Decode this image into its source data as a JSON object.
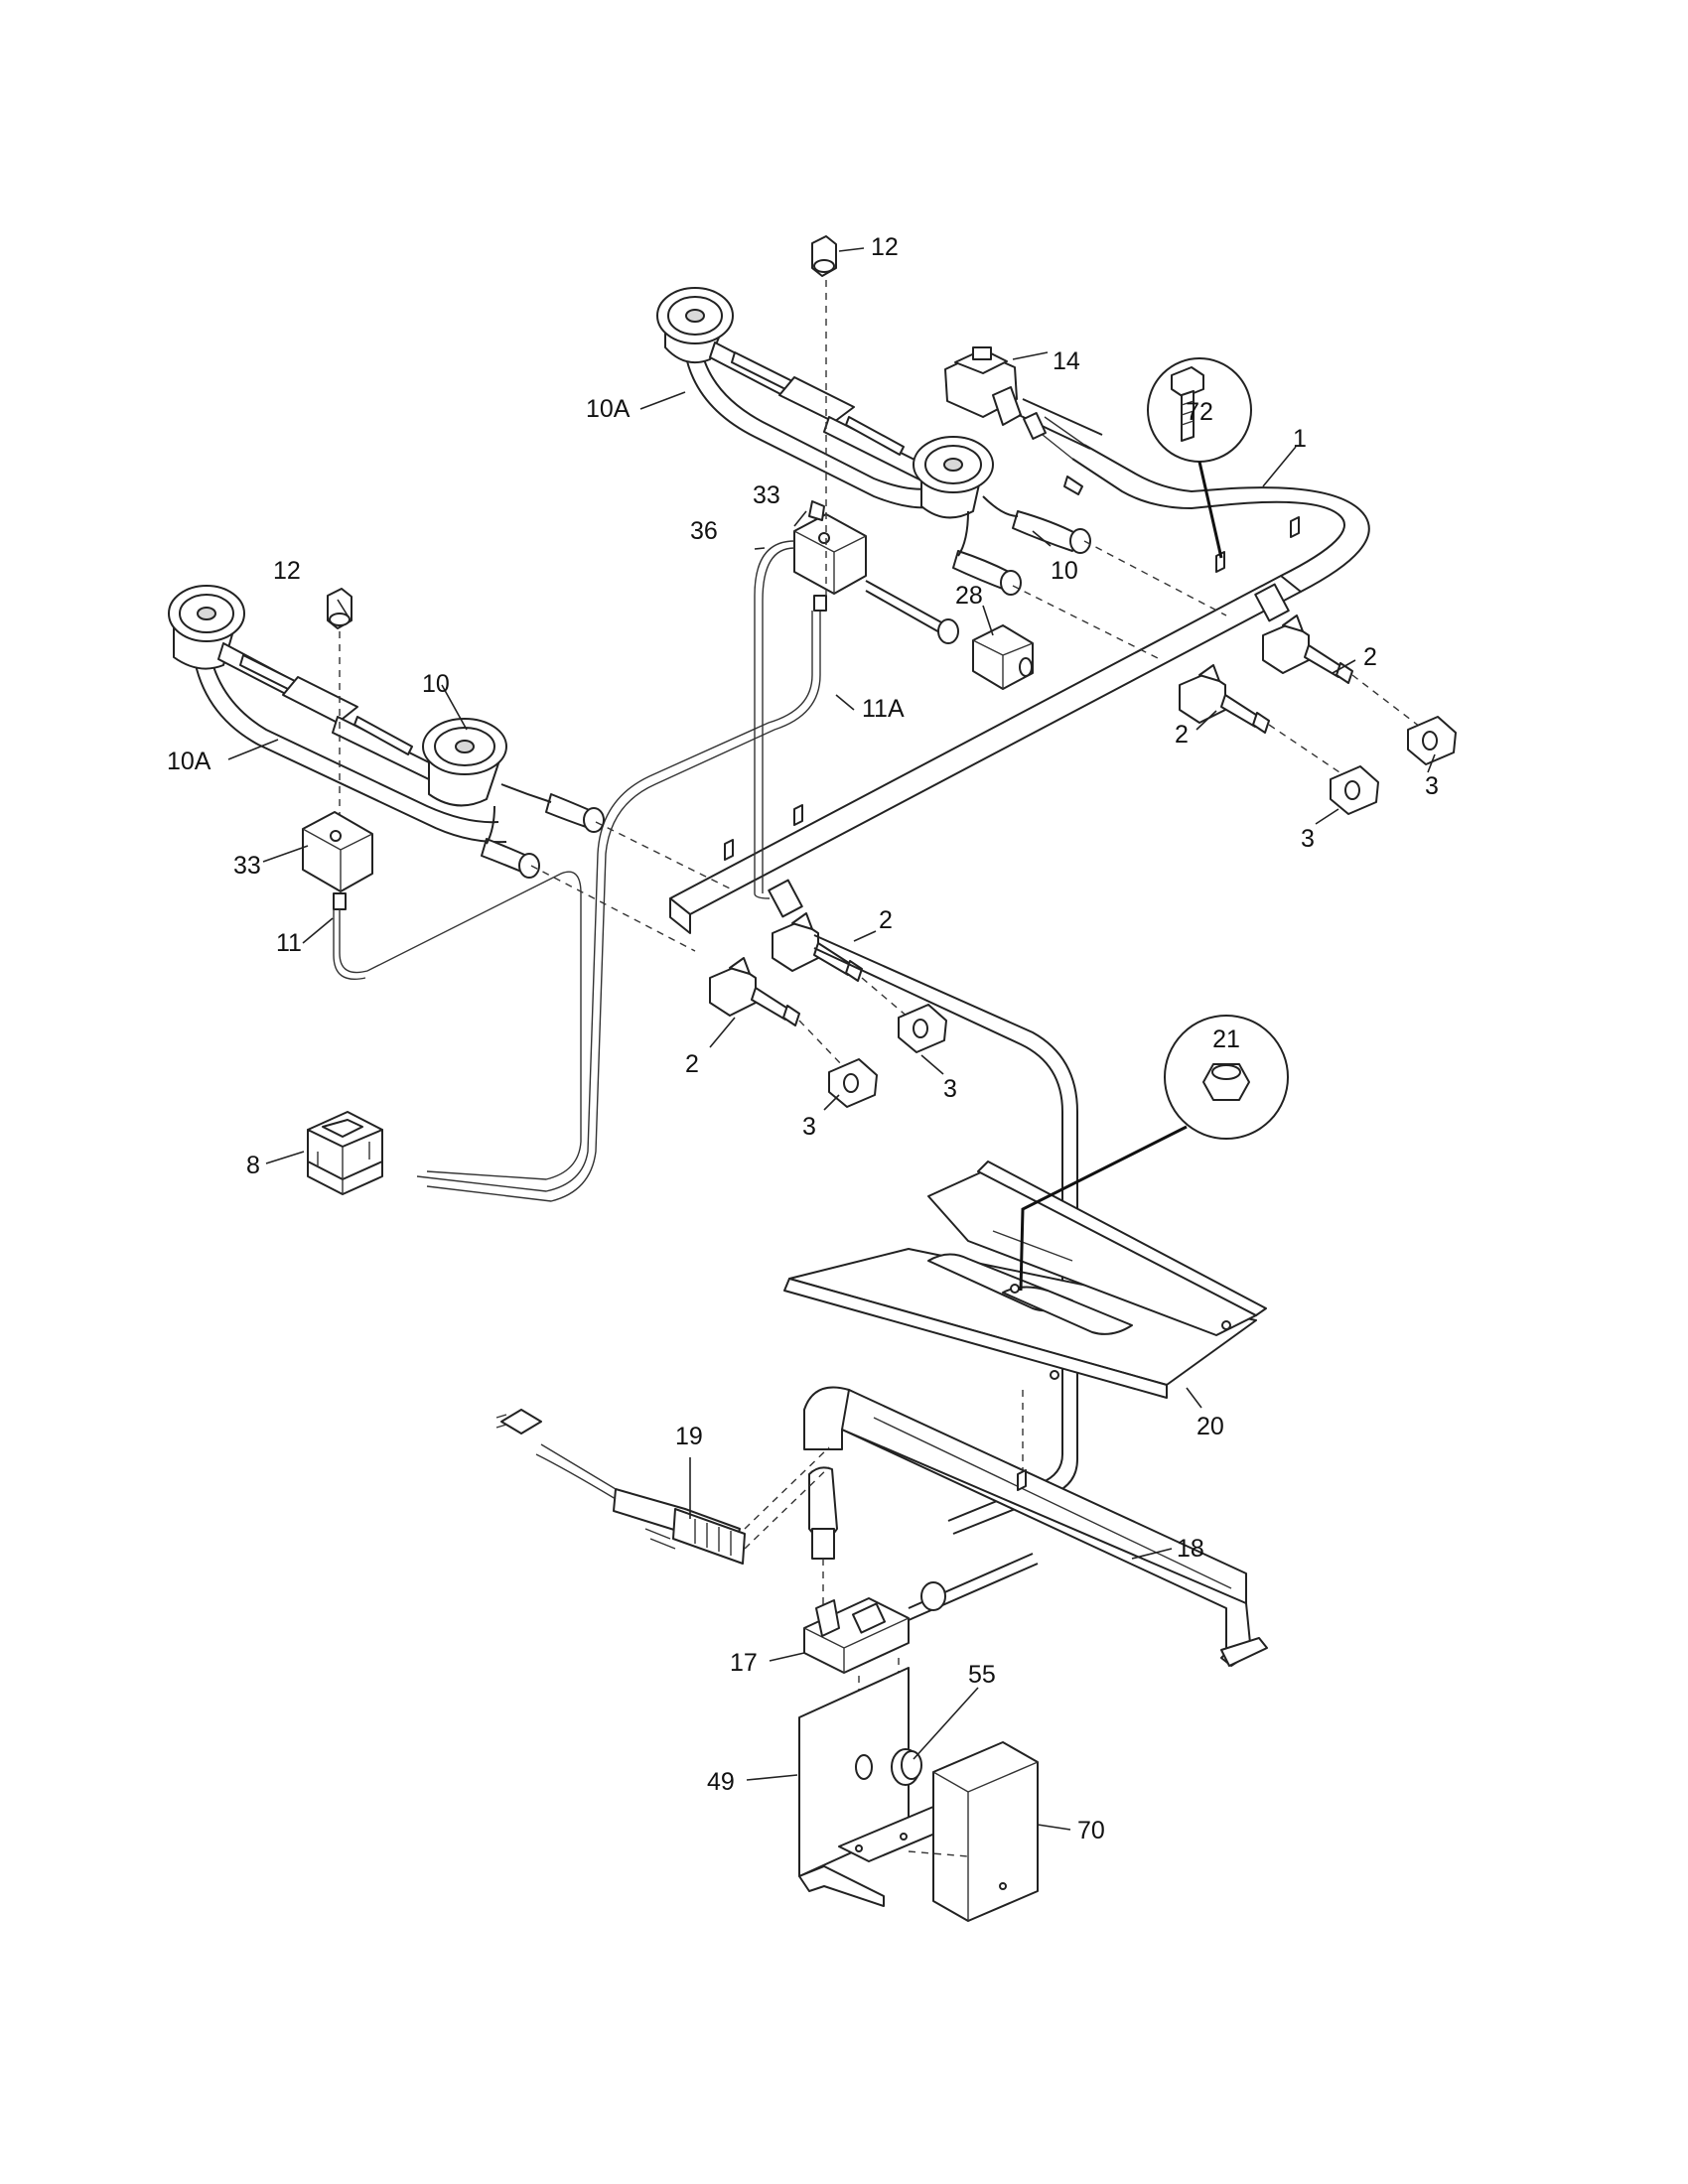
{
  "callouts": [
    {
      "id": "c12a",
      "text": "12"
    },
    {
      "id": "c14",
      "text": "14"
    },
    {
      "id": "c72",
      "text": "72"
    },
    {
      "id": "c1",
      "text": "1"
    },
    {
      "id": "c10Aa",
      "text": "10A"
    },
    {
      "id": "c33a",
      "text": "33"
    },
    {
      "id": "c36",
      "text": "36"
    },
    {
      "id": "c10a",
      "text": "10"
    },
    {
      "id": "c12b",
      "text": "12"
    },
    {
      "id": "c10b",
      "text": "10"
    },
    {
      "id": "c28",
      "text": "28"
    },
    {
      "id": "c2a",
      "text": "2"
    },
    {
      "id": "c11A",
      "text": "11A"
    },
    {
      "id": "c2b",
      "text": "2"
    },
    {
      "id": "c3a",
      "text": "3"
    },
    {
      "id": "c3b",
      "text": "3"
    },
    {
      "id": "c10Ab",
      "text": "10A"
    },
    {
      "id": "c33b",
      "text": "33"
    },
    {
      "id": "c11",
      "text": "11"
    },
    {
      "id": "c2c",
      "text": "2"
    },
    {
      "id": "c2d",
      "text": "2"
    },
    {
      "id": "c3c",
      "text": "3"
    },
    {
      "id": "c3d",
      "text": "3"
    },
    {
      "id": "c21",
      "text": "21"
    },
    {
      "id": "c8",
      "text": "8"
    },
    {
      "id": "c20",
      "text": "20"
    },
    {
      "id": "c19",
      "text": "19"
    },
    {
      "id": "c18",
      "text": "18"
    },
    {
      "id": "c17",
      "text": "17"
    },
    {
      "id": "c55",
      "text": "55"
    },
    {
      "id": "c49",
      "text": "49"
    },
    {
      "id": "c70",
      "text": "70"
    }
  ]
}
